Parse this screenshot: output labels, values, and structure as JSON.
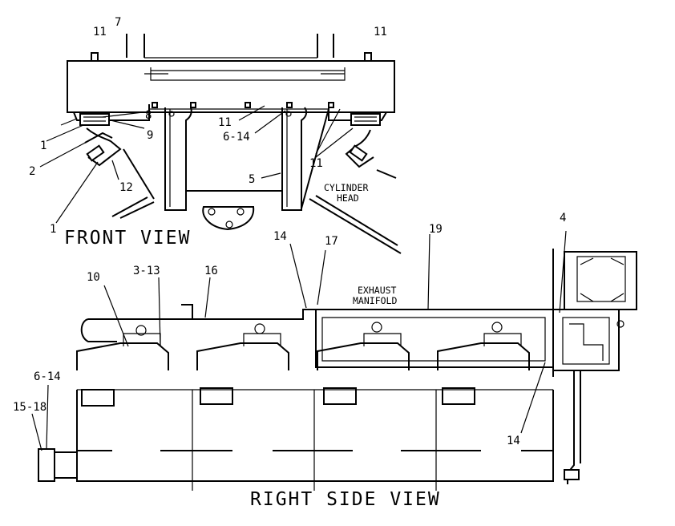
{
  "views": {
    "front": "FRONT VIEW",
    "right_side": "RIGHT SIDE VIEW"
  },
  "notes": {
    "cylinder_head_1": "CYLINDER",
    "cylinder_head_2": "HEAD",
    "exhaust_manifold_1": "EXHAUST",
    "exhaust_manifold_2": "MANIFOLD"
  },
  "callouts": {
    "c11_tl": "11",
    "c7": "7",
    "c11_tr": "11",
    "c8": "8",
    "c9": "9",
    "c1_a": "1",
    "c2": "2",
    "c12": "12",
    "c1_b": "1",
    "c11_mid": "11",
    "c6_14_front": "6-14",
    "c11_right": "11",
    "c5": "5",
    "c14_top": "14",
    "c17": "17",
    "c19": "19",
    "c4": "4",
    "c10": "10",
    "c3_13": "3-13",
    "c16": "16",
    "c6_14_side": "6-14",
    "c15_18": "15-18",
    "c14_bottom": "14"
  }
}
